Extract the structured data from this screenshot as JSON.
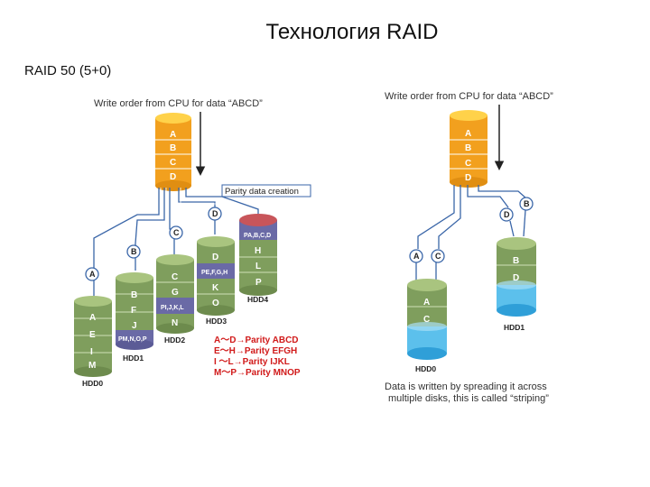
{
  "title": "Технология RAID",
  "subtitle": "RAID 50 (5+0)",
  "left_diagram": {
    "caption": "Write order from CPU for data “ABCD”",
    "cpu_blocks": [
      "A",
      "B",
      "C",
      "D"
    ],
    "parity_label": "Parity data creation",
    "drives": [
      {
        "label": "HDD0",
        "blocks": [
          "A",
          "E",
          "I",
          "M"
        ]
      },
      {
        "label": "HDD1",
        "blocks": [
          "B",
          "F",
          "J",
          "PM,N,O,P"
        ]
      },
      {
        "label": "HDD2",
        "blocks": [
          "C",
          "G",
          "PI,J,K,L",
          "N"
        ]
      },
      {
        "label": "HDD3",
        "blocks": [
          "D",
          "PE,F,G,H",
          "K",
          "O"
        ]
      },
      {
        "label": "HDD4",
        "blocks": [
          "PA,B,C,D",
          "H",
          "L",
          "P"
        ]
      }
    ],
    "callouts": [
      "A",
      "B",
      "C",
      "D"
    ],
    "legend": [
      "A～D→Parity ABCD",
      "E～H→Parity EFGH",
      "I ～L→Parity IJKL",
      "M～P→Parity MNOP"
    ]
  },
  "right_diagram": {
    "caption": "Write order from CPU for data “ABCD”",
    "cpu_blocks": [
      "A",
      "B",
      "C",
      "D"
    ],
    "drives": [
      {
        "label": "HDD0",
        "blocks": [
          "A",
          "C"
        ]
      },
      {
        "label": "HDD1",
        "blocks": [
          "B",
          "D"
        ]
      }
    ],
    "callouts": [
      "A",
      "C",
      "D",
      "B"
    ],
    "note_lines": [
      "Data is written by spreading it across",
      "multiple disks, this is called “striping”"
    ]
  },
  "colors": {
    "cpu_orange": "#f2a01e",
    "disk_green": "#7f9e5d",
    "parity_purple": "#6a6aa6",
    "parity_red": "#c8555a",
    "water_blue": "#5cc0ec",
    "line_blue": "#3a66a8",
    "legend_red": "#d11a1a"
  }
}
